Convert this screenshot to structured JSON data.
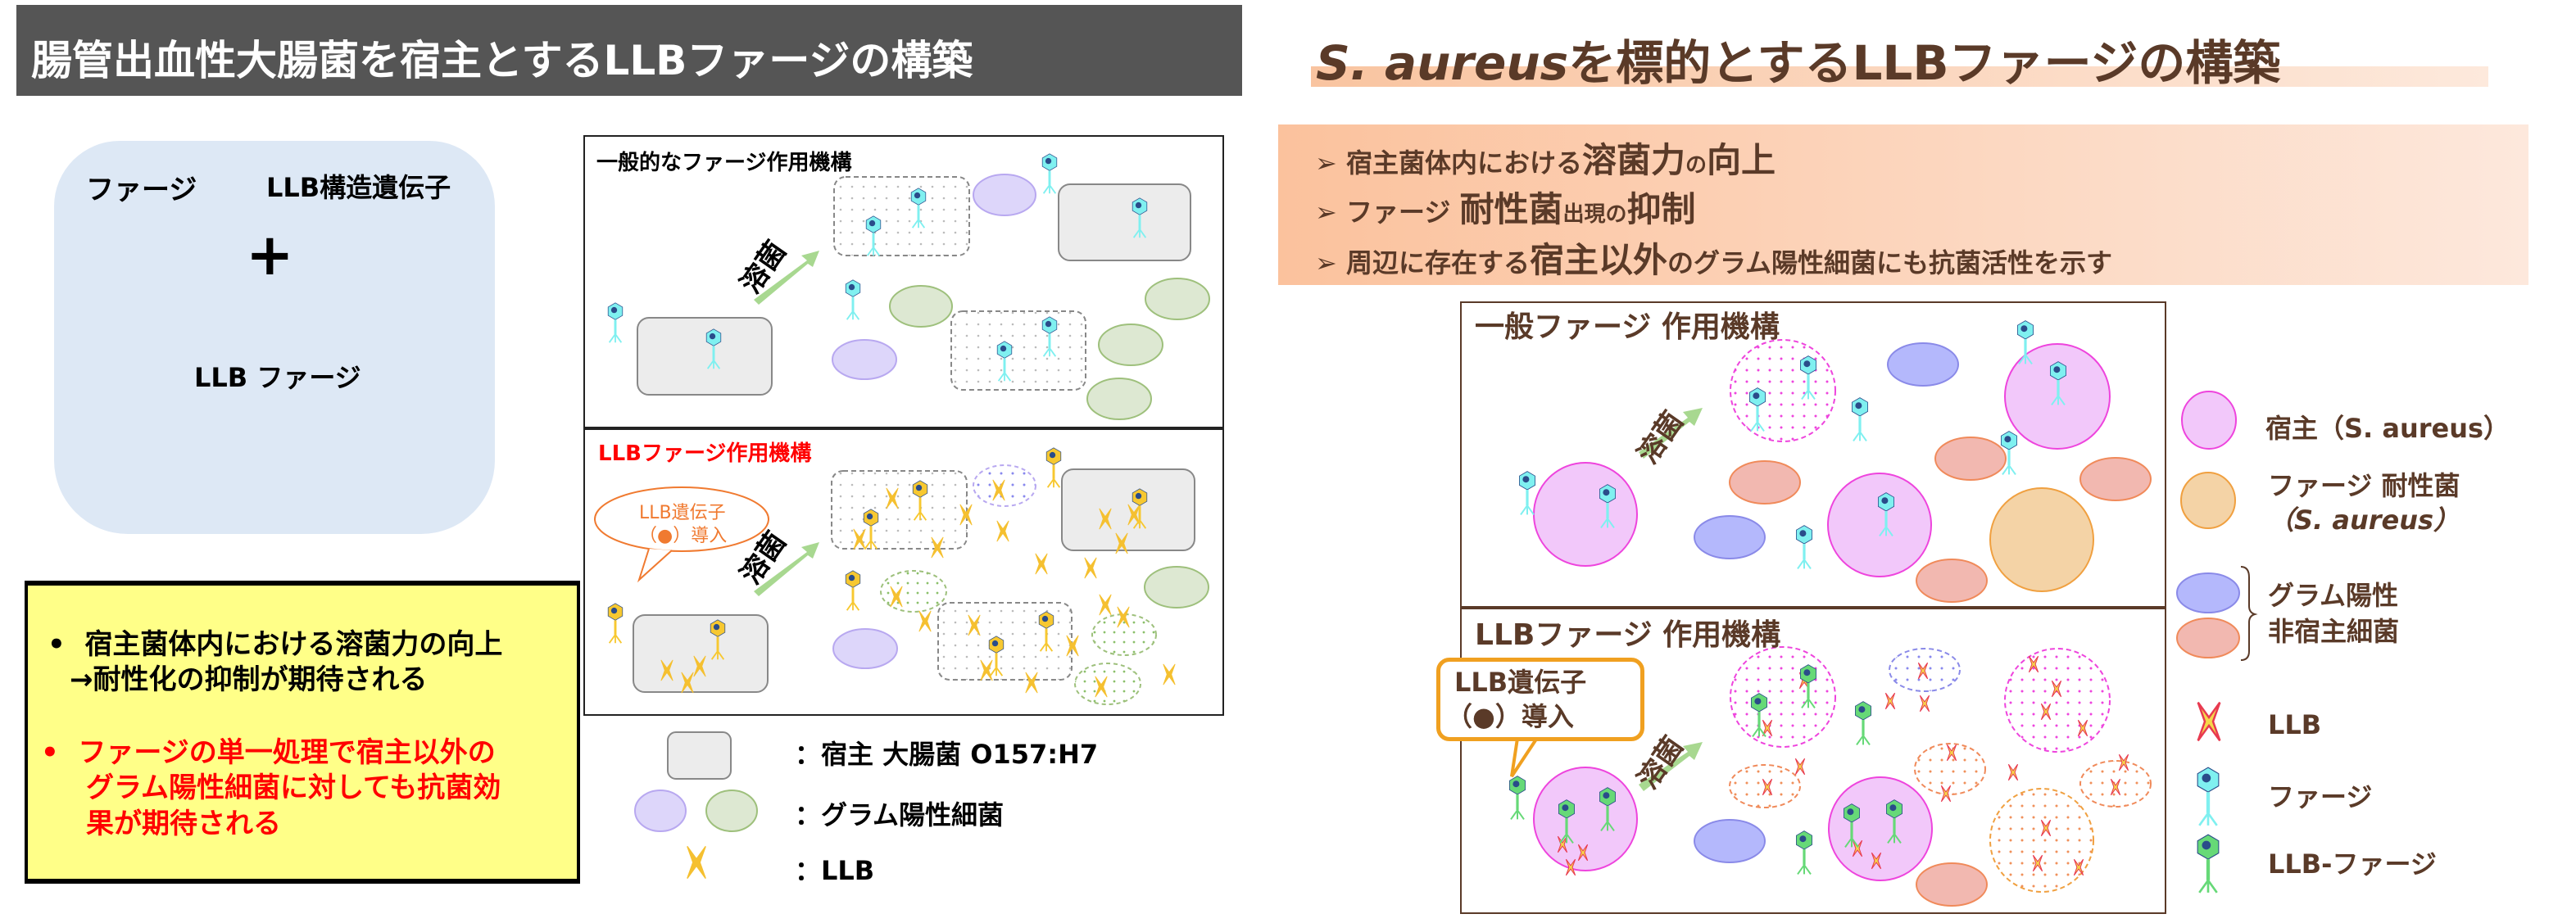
{
  "left": {
    "title": "腸管出血性大腸菌を宿主とするLLBファージの構築",
    "construct": {
      "phage_label": "ファージ",
      "gene_label": "LLB構造遺伝子",
      "plus": "+",
      "result_label": "LLB ファージ"
    },
    "summary": {
      "bullet1_line1": "宿主菌体内における溶菌力の向上",
      "bullet1_line2": "→耐性化の抑制が期待される",
      "bullet2_line1": "ファージの単一処理で宿主以外の",
      "bullet2_line2": "グラム陽性細菌に対しても抗菌効",
      "bullet2_line3": "果が期待される",
      "bullet_mark": "•"
    },
    "diagram": {
      "general_title": "一般的なファージ作用機構",
      "llb_title": "LLBファージ作用機構",
      "lysis_label": "溶菌",
      "bubble_line1": "LLB遺伝子",
      "bubble_line2": "（●）導入"
    },
    "legend": [
      {
        "label": "：宿主  大腸菌 O157:H7"
      },
      {
        "label": "：グラム陽性細菌"
      },
      {
        "label": "：LLB"
      }
    ]
  },
  "right": {
    "title_italic": "S. aureus",
    "title_rest": "を標的とするLLBファージの構築",
    "bullet_mark": "➢",
    "bullets": [
      {
        "a": "宿主菌体内における",
        "b": "溶菌力",
        "c": "の",
        "d": "向上"
      },
      {
        "a": "ファージ ",
        "b": "耐性菌",
        "c": "出現の",
        "d": "抑制"
      },
      {
        "a": "周辺に存在する",
        "b": "宿主以外",
        "c": "のグラム陽性細菌にも抗菌活性を示す",
        "d": ""
      }
    ],
    "diagram": {
      "general_title": "一般ファージ 作用機構",
      "llb_title": "LLBファージ 作用機構",
      "lysis_label": "溶菌",
      "bubble_line1": "LLB遺伝子",
      "bubble_line2": "（●）導入"
    },
    "legend": {
      "host": "宿主（S. aureus）",
      "resistant_line1": "ファージ 耐性菌",
      "resistant_line2": "（S. aureus）",
      "nonhost_line1": "グラム陽性",
      "nonhost_line2": "非宿主細菌",
      "llb": "LLB",
      "phage": "ファージ",
      "llb_phage": "LLB-ファージ"
    }
  },
  "colors": {
    "title_bar": "#555555",
    "brown": "#5a3a28",
    "red_text": "#ff0000",
    "yellow_box": "#ffff88",
    "phage": "#7ff0f0",
    "llb_phage": "#66d977",
    "llb_star": "#f5c030"
  }
}
